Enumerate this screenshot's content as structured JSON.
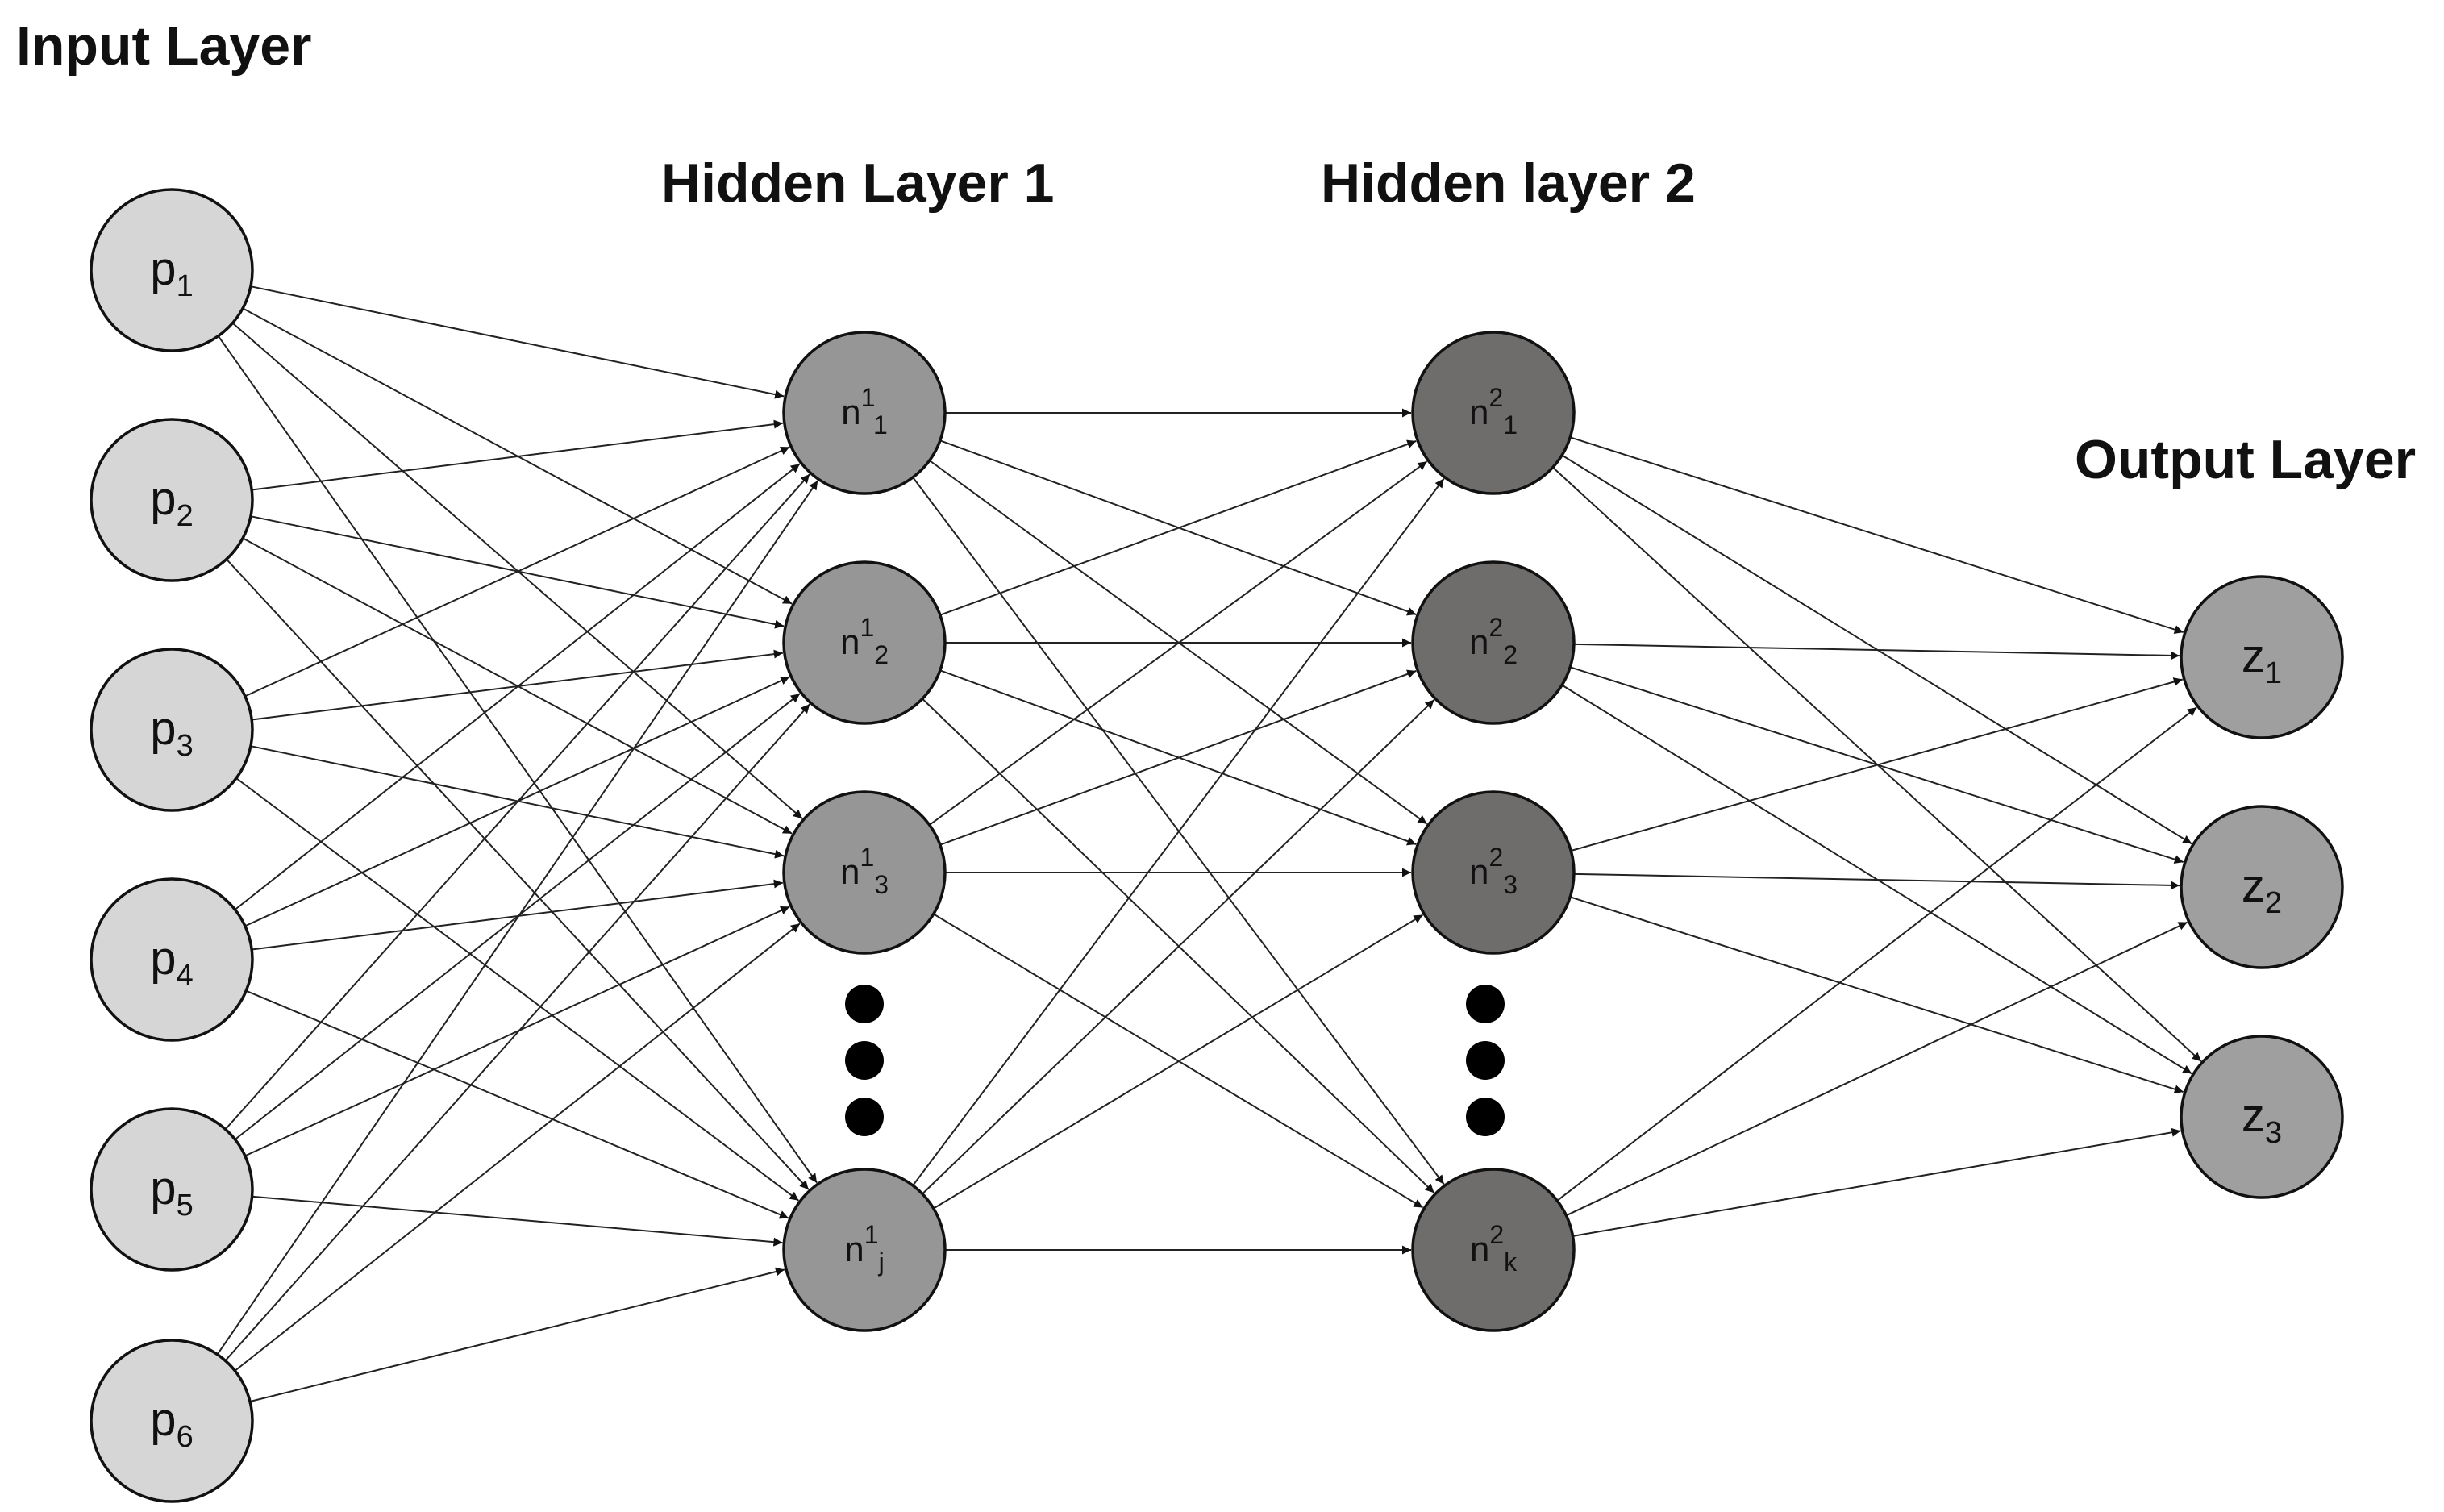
{
  "layer_titles": {
    "input": "Input Layer",
    "hidden1": "Hidden Layer 1",
    "hidden2": "Hidden layer 2",
    "output": "Output Layer"
  },
  "colors": {
    "input_fill": "#d6d6d6",
    "hidden1_fill": "#969696",
    "hidden2_fill": "#6f6c6c",
    "output_fill": "#9f9f9f",
    "edge": "#222222"
  },
  "layers": [
    {
      "id": "input",
      "nodes": [
        {
          "id": "p1",
          "base": "p",
          "sub": "1"
        },
        {
          "id": "p2",
          "base": "p",
          "sub": "2"
        },
        {
          "id": "p3",
          "base": "p",
          "sub": "3"
        },
        {
          "id": "p4",
          "base": "p",
          "sub": "4"
        },
        {
          "id": "p5",
          "base": "p",
          "sub": "5"
        },
        {
          "id": "p6",
          "base": "p",
          "sub": "6"
        }
      ]
    },
    {
      "id": "hidden1",
      "nodes": [
        {
          "id": "h1_1",
          "base": "n",
          "sup": "1",
          "sub": "1"
        },
        {
          "id": "h1_2",
          "base": "n",
          "sup": "1",
          "sub": "2"
        },
        {
          "id": "h1_3",
          "base": "n",
          "sup": "1",
          "sub": "3"
        },
        {
          "id": "h1_j",
          "base": "n",
          "sup": "1",
          "sub": "j"
        }
      ],
      "ellipsis": true
    },
    {
      "id": "hidden2",
      "nodes": [
        {
          "id": "h2_1",
          "base": "n",
          "sup": "2",
          "sub": "1"
        },
        {
          "id": "h2_2",
          "base": "n",
          "sup": "2",
          "sub": "2"
        },
        {
          "id": "h2_3",
          "base": "n",
          "sup": "2",
          "sub": "3"
        },
        {
          "id": "h2_k",
          "base": "n",
          "sup": "2",
          "sub": "k"
        }
      ],
      "ellipsis": true
    },
    {
      "id": "output",
      "nodes": [
        {
          "id": "z1",
          "base": "z",
          "sub": "1"
        },
        {
          "id": "z2",
          "base": "z",
          "sub": "2"
        },
        {
          "id": "z3",
          "base": "z",
          "sub": "3"
        }
      ]
    }
  ]
}
